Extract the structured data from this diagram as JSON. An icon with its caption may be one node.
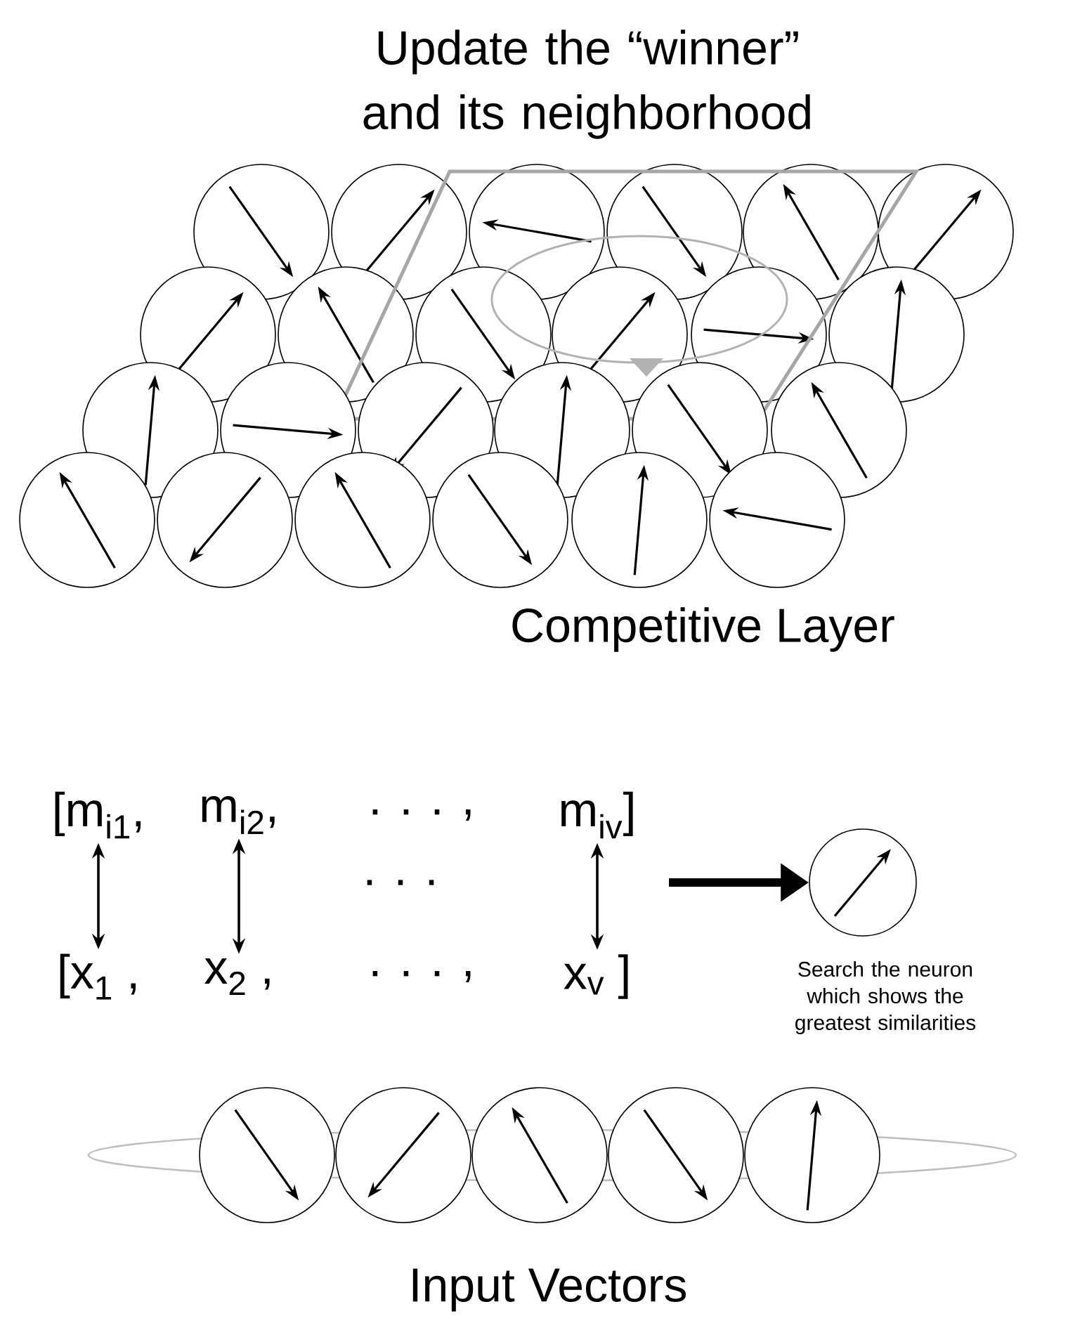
{
  "diagram": {
    "title": "Update the “winner” and its neighborhood",
    "nodes": [
      {
        "text": [
          "[m$_{i1}$,"
        ]
      },
      {
        "text": [
          "m$_{i2}$,"
        ]
      },
      {
        "text": [
          "m$_{iv}$]"
        ]
      },
      {
        "text": [
          "[x$_{1}$ ,"
        ]
      },
      {
        "text": [
          "x$_{2}$ ,"
        ]
      },
      {
        "text": [
          "x$_{v}$ ]"
        ]
      },
      {
        "text": [],
        "shape": "circle",
        "beside": [
          "Search the neuron which shows the greatest similarities"
        ]
      }
    ],
    "edges": [
      {
        "from": 0,
        "to": 3,
        "arrow": "both"
      },
      {
        "from": 1,
        "to": 4,
        "arrow": "both"
      },
      {
        "from": 2,
        "to": 5,
        "arrow": "both"
      },
      {
        "from": null,
        "to": 6,
        "arrow": "to",
        "style": "thick"
      }
    ],
    "labels": [
      "Competitive Layer",
      ". . . ,",
      ". . .",
      ". . . ,",
      "Input Vectors"
    ]
  }
}
